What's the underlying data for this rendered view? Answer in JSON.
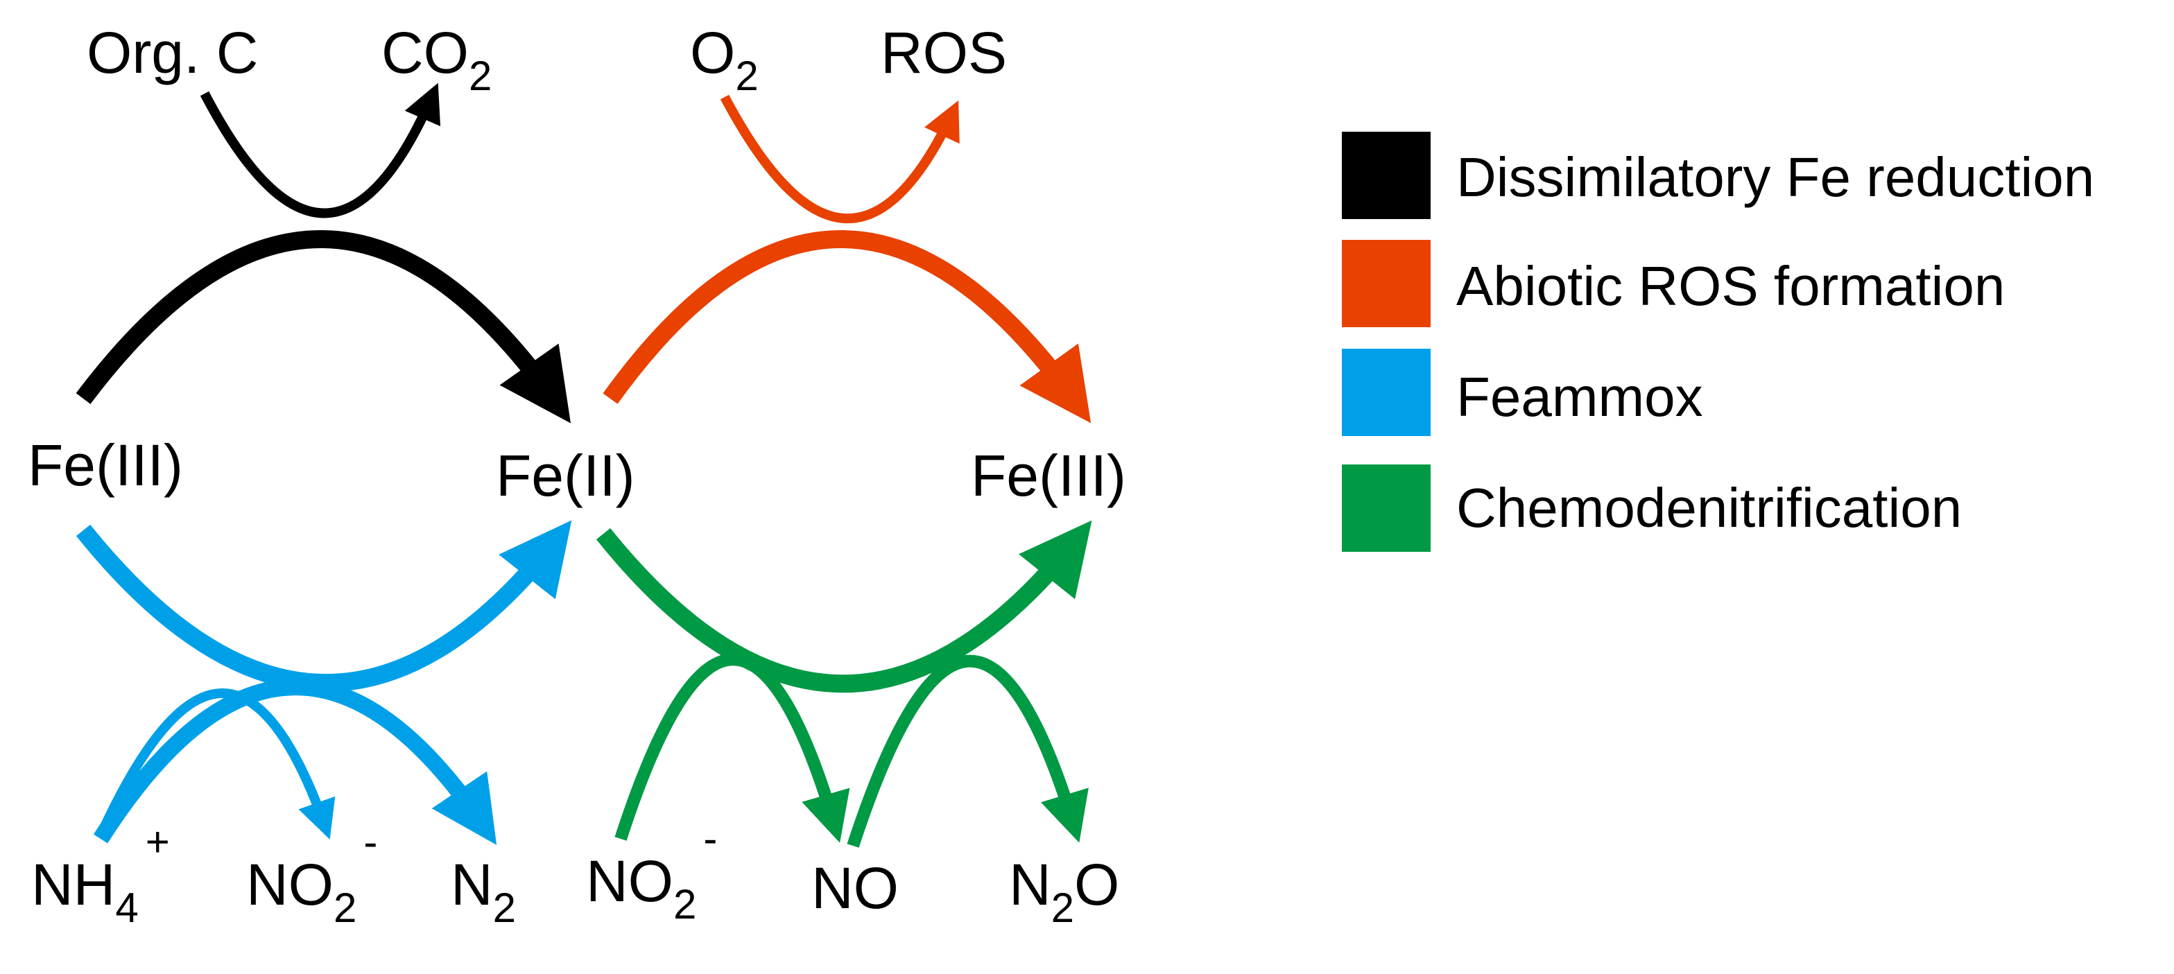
{
  "colors": {
    "dissimilatory": "#000000",
    "abiotic": "#E84100",
    "feammox": "#00A0E9",
    "chemodenitrification": "#009944"
  },
  "labels": {
    "org_c": "Org. C",
    "co2_main": "CO",
    "co2_sub": "2",
    "o2_main": "O",
    "o2_sub": "2",
    "ros": "ROS",
    "fe3_left": "Fe(III)",
    "fe2": "Fe(II)",
    "fe3_right": "Fe(III)",
    "nh4_main": "NH",
    "nh4_sub": "4",
    "nh4_sup": "+",
    "no2a_main": "NO",
    "no2a_sub": "2",
    "no2a_sup": "-",
    "n2_main": "N",
    "n2_sub": "2",
    "no2b_main": "NO",
    "no2b_sub": "2",
    "no2b_sup": "-",
    "no": "NO",
    "n2o_main": "N",
    "n2o_sub": "2",
    "n2o_tail": "O"
  },
  "legend": [
    {
      "label": "Dissimilatory Fe reduction",
      "color": "#000000"
    },
    {
      "label": "Abiotic ROS formation",
      "color": "#E84100"
    },
    {
      "label": "Feammox",
      "color": "#00A0E9"
    },
    {
      "label": "Chemodenitrification",
      "color": "#009944"
    }
  ]
}
